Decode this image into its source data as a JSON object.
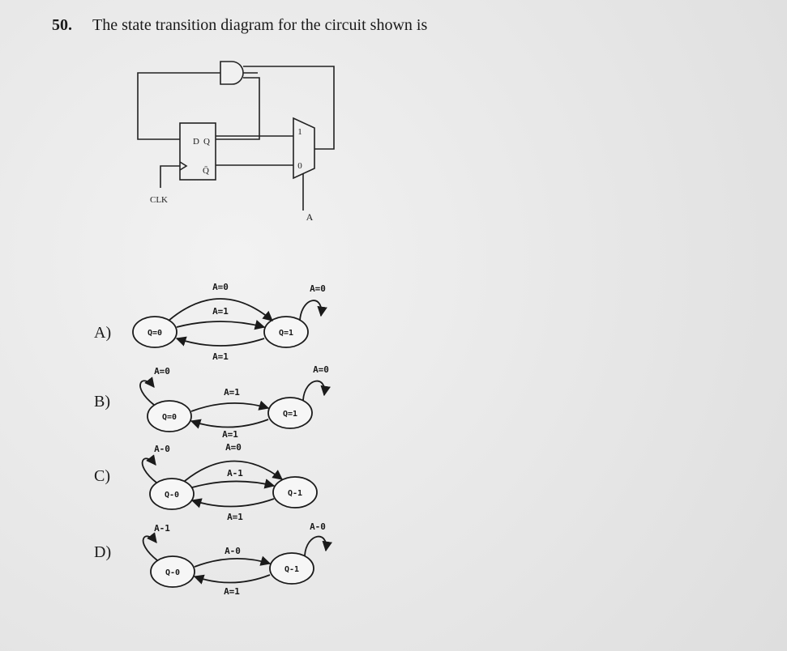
{
  "question": {
    "number": "50.",
    "text": "The state transition diagram for the circuit shown is"
  },
  "circuit": {
    "ff_d": "D",
    "ff_q": "Q",
    "ff_qbar": "Q̄",
    "mux_in1": "1",
    "mux_in0": "0",
    "clock_label": "CLK",
    "select_label": "A"
  },
  "options": [
    {
      "label": "A)",
      "state_left": "Q=0",
      "state_right": "Q=1",
      "edge_top": "A=0",
      "edge_mid": "A=1",
      "edge_bottom": "A=1",
      "self_right": "A=0"
    },
    {
      "label": "B)",
      "state_left": "Q=0",
      "state_right": "Q=1",
      "self_left": "A=0",
      "self_right": "A=0",
      "edge_top": "A=1",
      "edge_bottom": "A=1"
    },
    {
      "label": "C)",
      "state_left": "Q-0",
      "state_right": "Q-1",
      "self_left": "A-0",
      "edge_top": "A=0",
      "edge_mid": "A-1",
      "edge_bottom": "A=1"
    },
    {
      "label": "D)",
      "state_left": "Q-0",
      "state_right": "Q-1",
      "self_left": "A-1",
      "self_right": "A-0",
      "edge_top": "A-0",
      "edge_bottom": "A=1"
    }
  ]
}
